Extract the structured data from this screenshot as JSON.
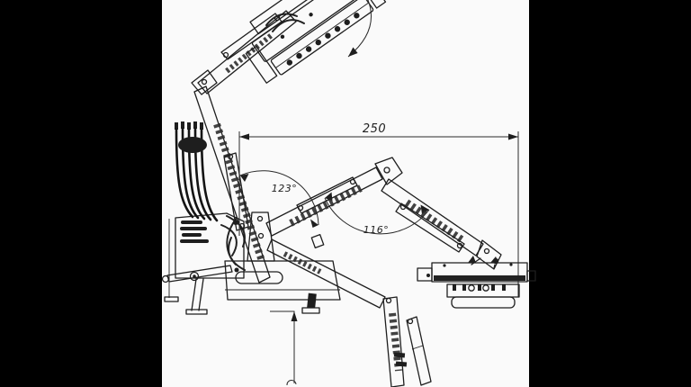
{
  "figure": {
    "name": "articulated-boom-flail-mower-drawing",
    "labels": {
      "width": "250",
      "base_angle": "123°",
      "elbow_angle": "116°"
    }
  },
  "colors": {
    "letterbox": "#000000",
    "paper": "#fafafa",
    "ink": "#1e1e1e"
  }
}
